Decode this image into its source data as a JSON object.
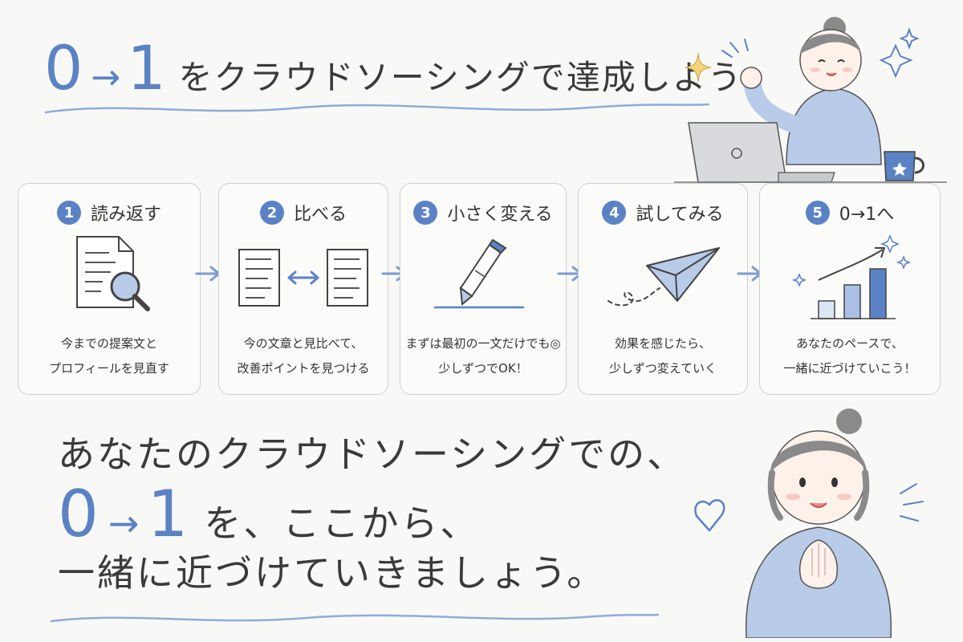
{
  "header": {
    "title_from": "0",
    "title_arrow": "→",
    "title_to": "1",
    "title_rest": "をクラウドソーシングで達成しよう"
  },
  "steps": [
    {
      "number": "1",
      "title": "読み返す",
      "icon": "document-magnifier-icon",
      "description": "今までの提案文と\nプロフィールを見直す"
    },
    {
      "number": "2",
      "title": "比べる",
      "icon": "compare-documents-icon",
      "description": "今の文章と見比べて、\n改善ポイントを見つける"
    },
    {
      "number": "3",
      "title": "小さく変える",
      "icon": "pen-icon",
      "description": "まずは最初の一文だけでも◎\n少しずつでOK！"
    },
    {
      "number": "4",
      "title": "試してみる",
      "icon": "paper-plane-icon",
      "description": "効果を感じたら、\n少しずつ変えていく"
    },
    {
      "number": "5",
      "title": "0→1へ",
      "icon": "growth-chart-icon",
      "description": "あなたのペースで、\n一緒に近づけていこう！"
    }
  ],
  "closing": {
    "line1": "あなたのクラウドソーシングでの、",
    "line2_from": "0",
    "line2_arrow": "→",
    "line2_to": "1",
    "line2_rest": "を、ここから、",
    "line3": "一緒に近づけていきましょう。"
  },
  "colors": {
    "accent": "#5b82c4",
    "text": "#3a3a3a",
    "background": "#f8f8f6",
    "card_border": "#cfcfcf",
    "illustration_hoodie": "#b8cbe8"
  }
}
